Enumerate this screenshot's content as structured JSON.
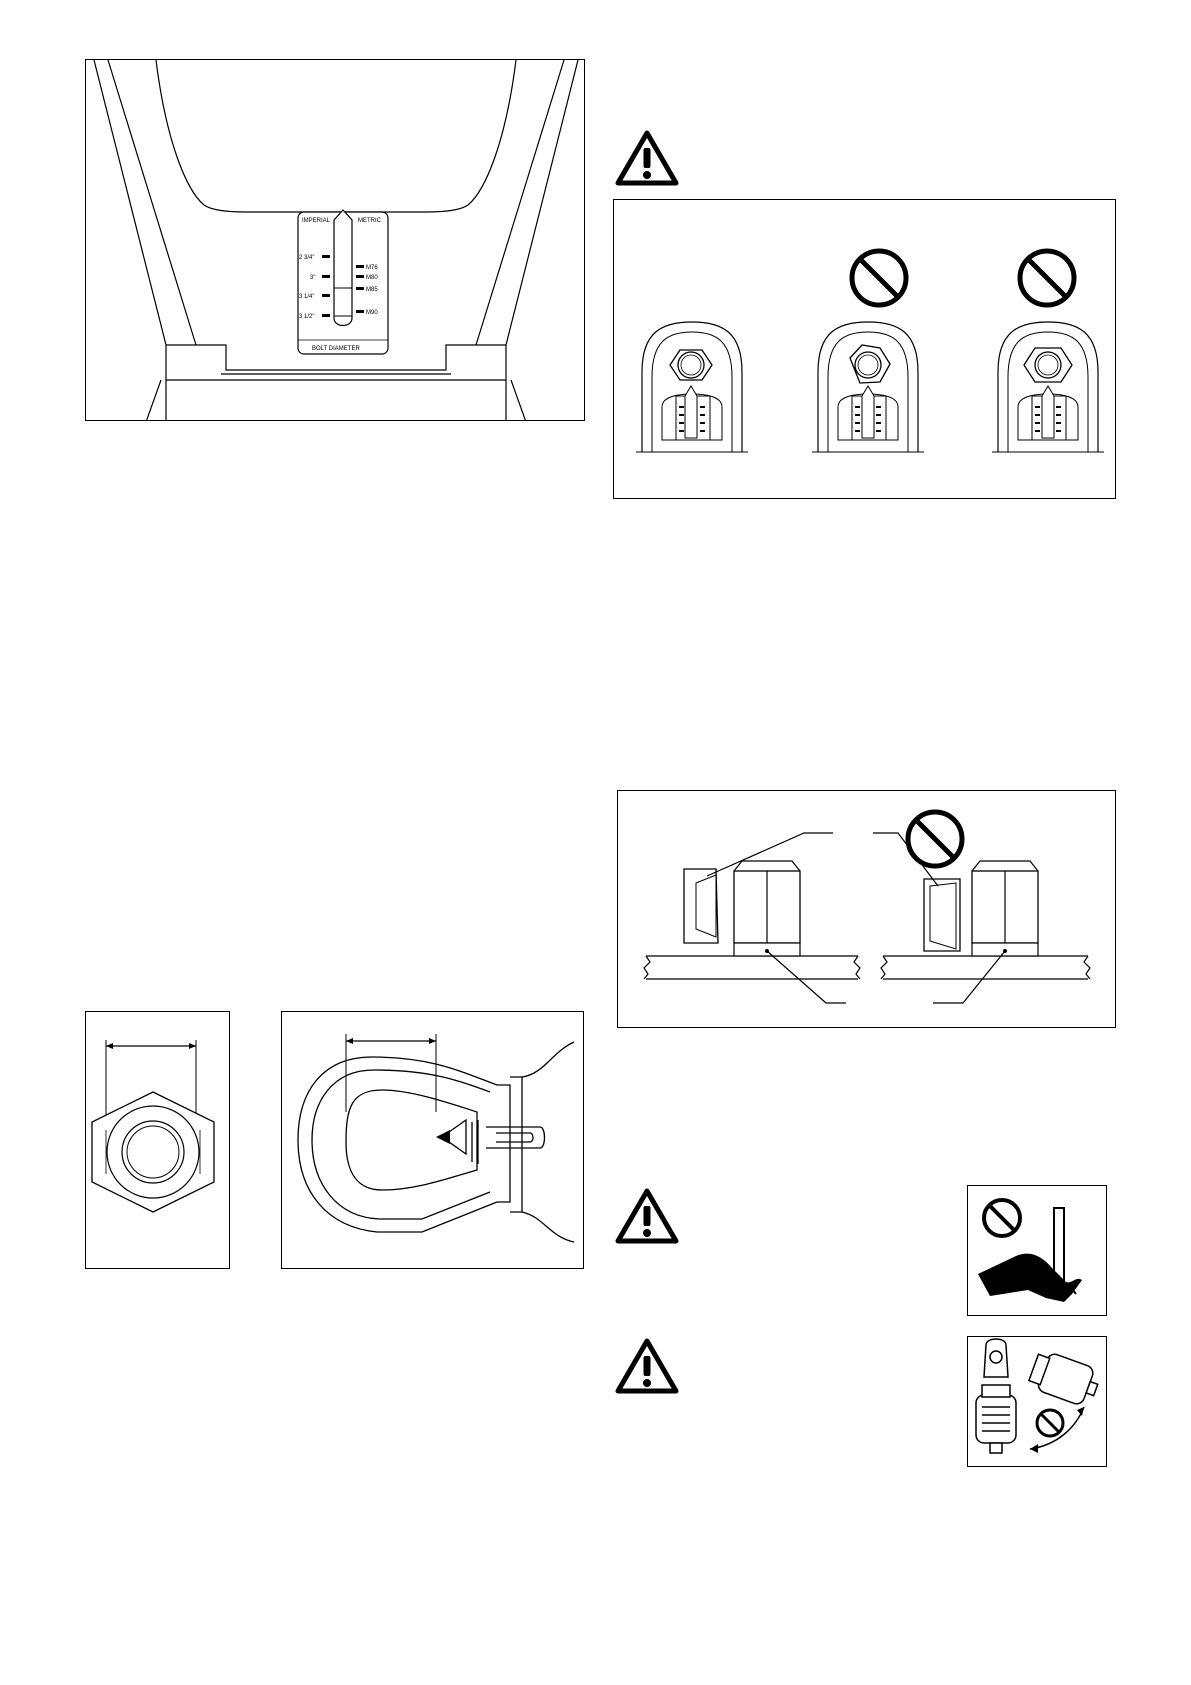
{
  "gauge_figure": {
    "imperial_heading": "IMPERIAL",
    "metric_heading": "METRIC",
    "imperial_sizes": [
      "2 3/4\"",
      "3\"",
      "3 1/4\"",
      "3 1/2\""
    ],
    "metric_sizes": [
      "M76",
      "M80",
      "M85",
      "M90"
    ],
    "scale_caption": "BOLT DIAMETER"
  },
  "warning_fit_figure": {
    "variants": [
      {
        "prohibited": false
      },
      {
        "prohibited": true
      },
      {
        "prohibited": true
      }
    ]
  },
  "reaction_figure": {
    "variants": [
      {
        "prohibited": false
      },
      {
        "prohibited": true
      }
    ]
  },
  "icons": {
    "warning": "warning-triangle-icon",
    "prohibited": "prohibited-icon",
    "hand_crush": "hand-crush-icon",
    "tool_swing": "tool-swing-icon"
  },
  "colors": {
    "line": "#000000",
    "background": "#ffffff"
  }
}
